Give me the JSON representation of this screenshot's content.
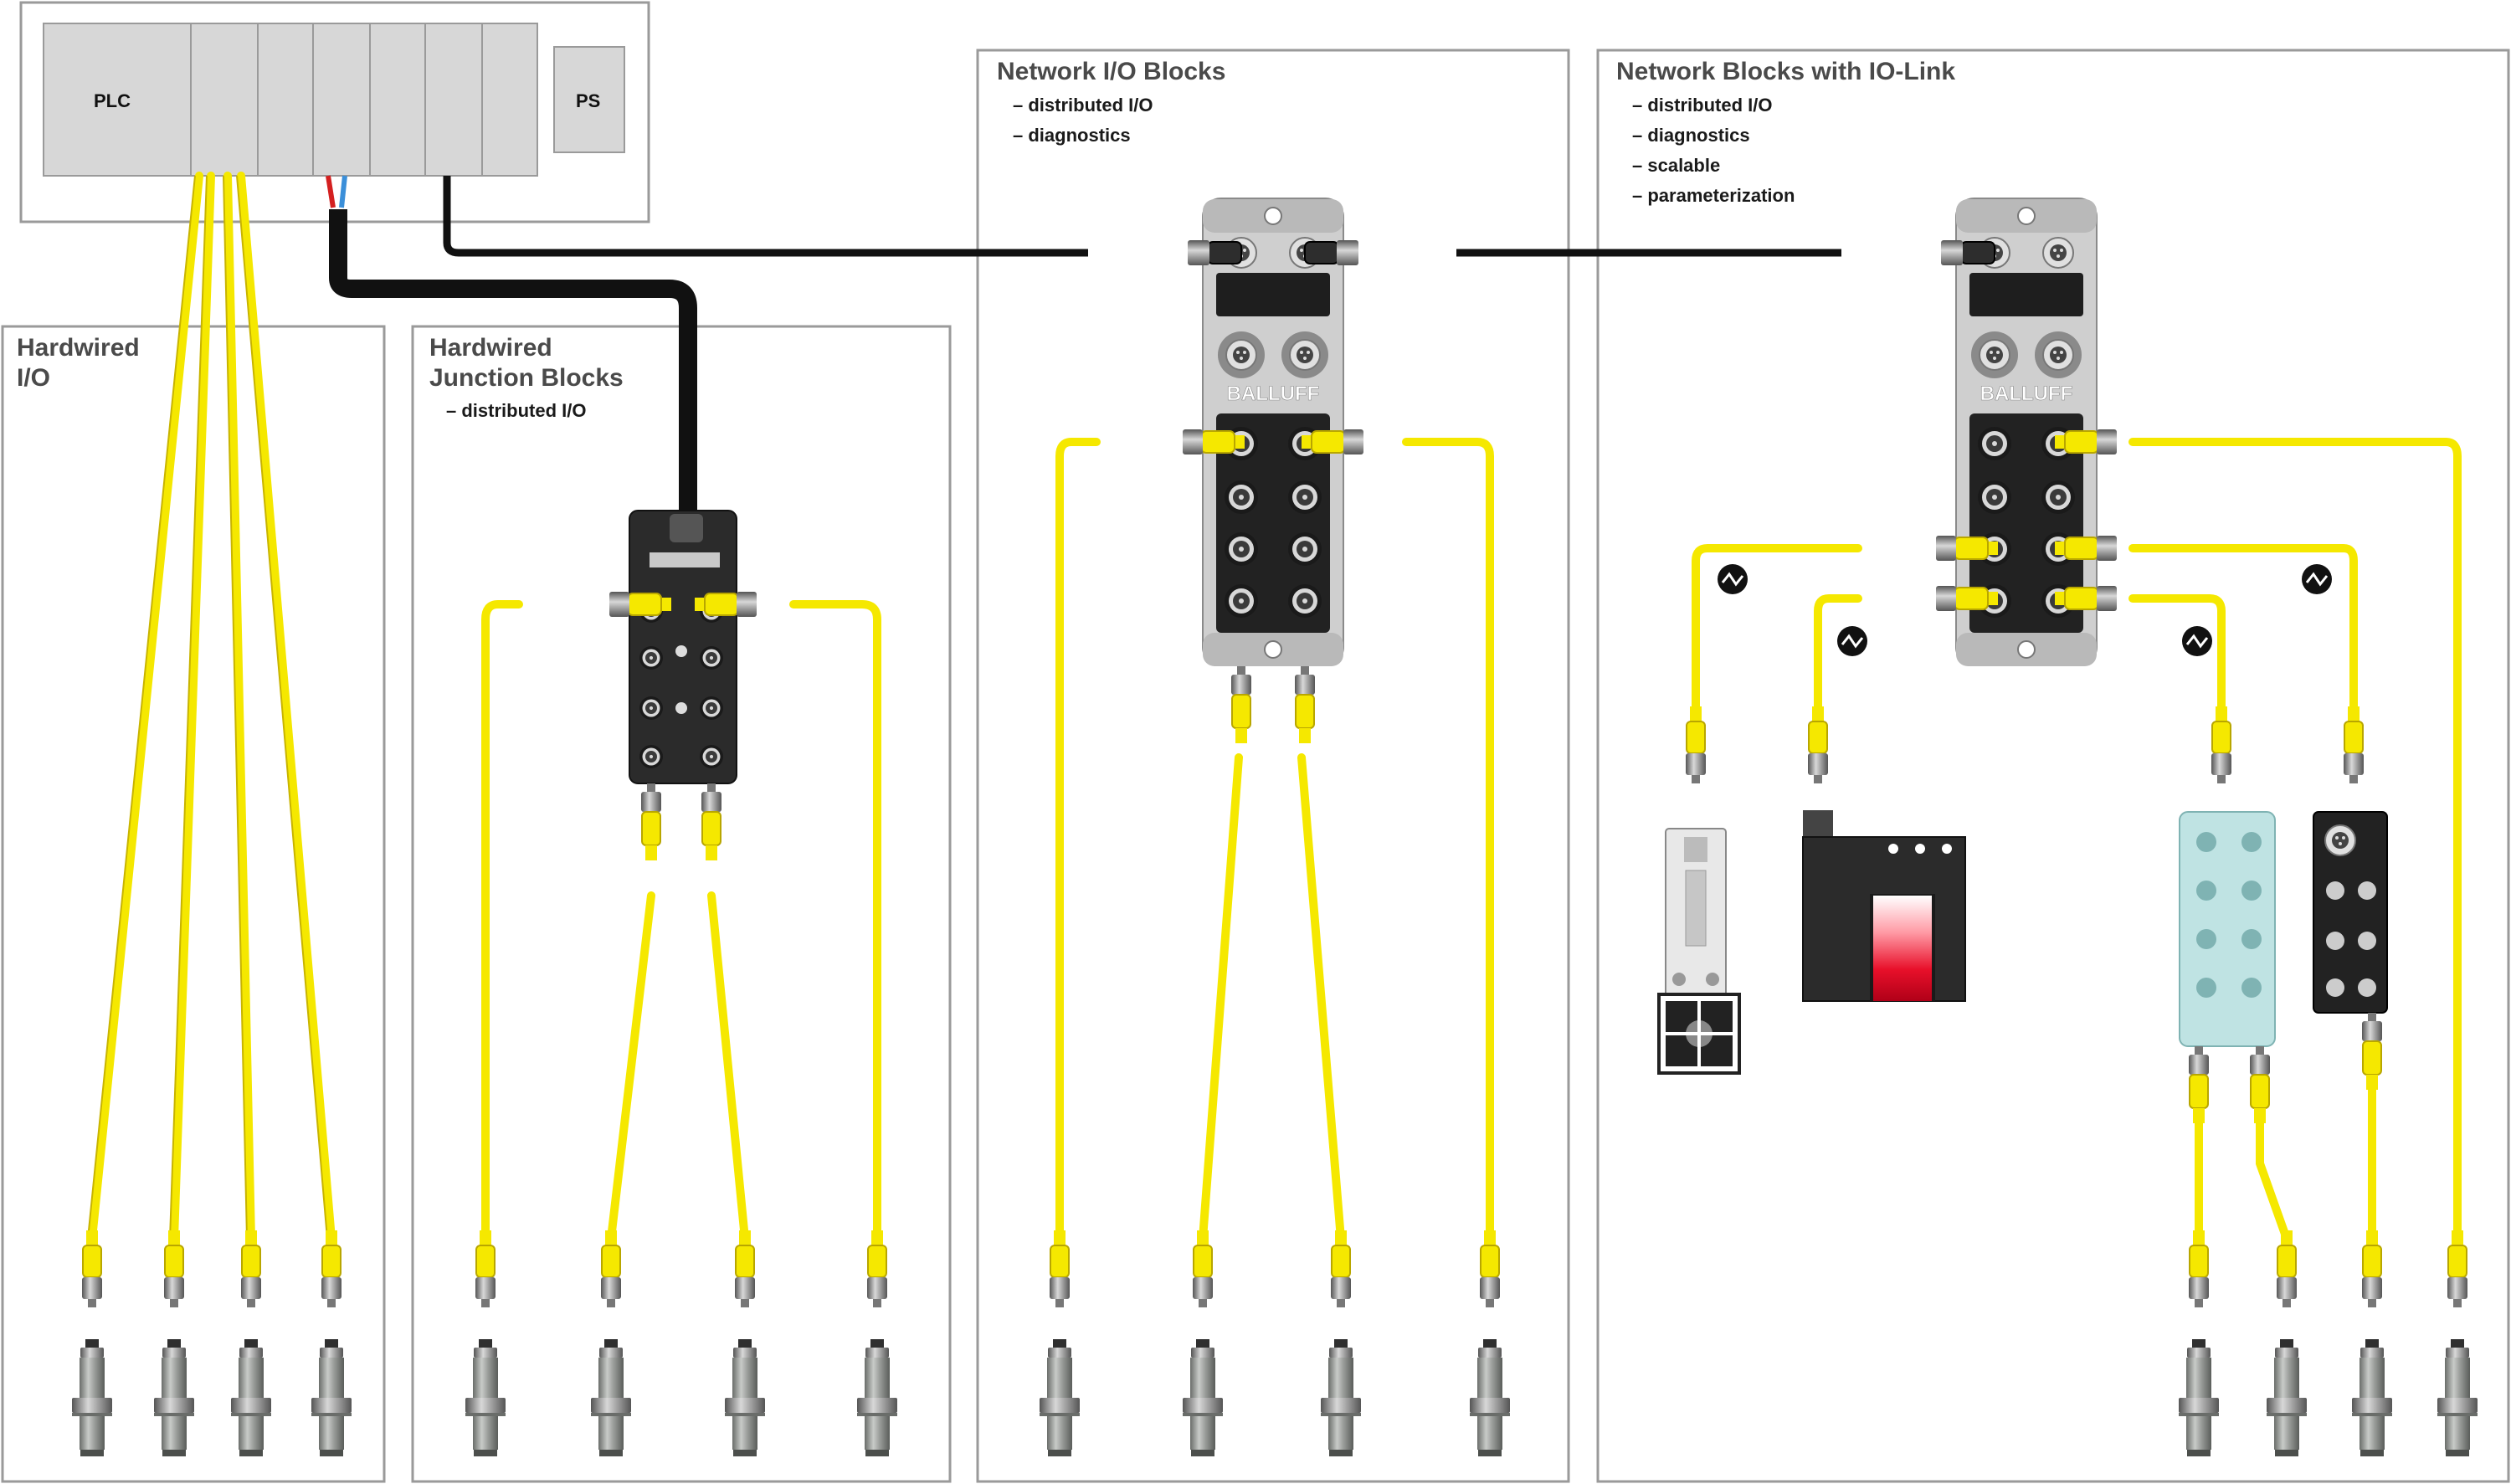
{
  "rack": {
    "plc_label": "PLC",
    "ps_label": "PS"
  },
  "sections": [
    {
      "id": "hardwired-io",
      "title_lines": [
        "Hardwired",
        "I/O"
      ],
      "bullets": []
    },
    {
      "id": "hardwired-junction",
      "title_lines": [
        "Hardwired",
        "Junction Blocks"
      ],
      "bullets": [
        "distributed I/O"
      ]
    },
    {
      "id": "network-io",
      "title_lines": [
        "Network I/O Blocks"
      ],
      "bullets": [
        "distributed I/O",
        "diagnostics"
      ]
    },
    {
      "id": "network-iolink",
      "title_lines": [
        "Network Blocks with IO-Link"
      ],
      "bullets": [
        "distributed I/O",
        "diagnostics",
        "scalable",
        "parameterization"
      ]
    }
  ],
  "brand": "BALLUFF",
  "colors": {
    "cable_yellow": "#f5e800",
    "cable_yellow_edge": "#c8b400",
    "network_cable": "#111111",
    "module_grey": "#c9c9c9",
    "module_dark": "#2b2b2b",
    "frame": "#9a9a9a",
    "sensor_metal": "#8c8f8c",
    "led_red": "#e8102a",
    "iolink_hub_teal": "#bfe3e3",
    "wire_red": "#d42020",
    "wire_blue": "#3b8fd9"
  },
  "icons": [
    "iolink-symbol-icon"
  ]
}
